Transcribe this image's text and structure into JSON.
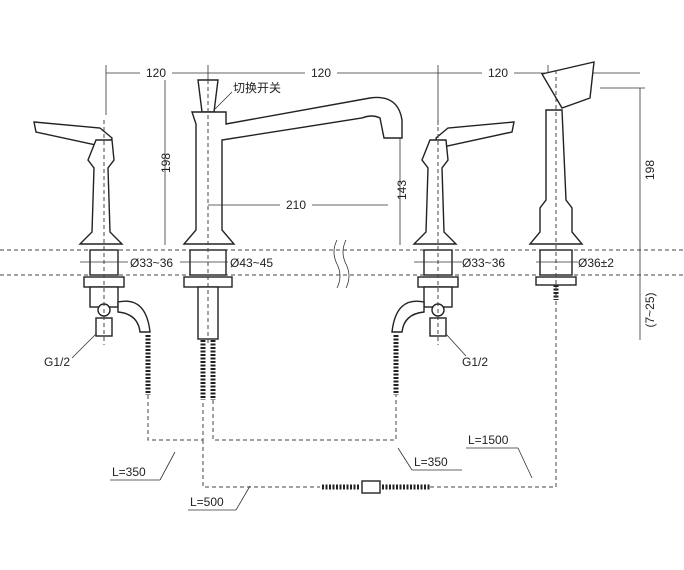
{
  "dimensions": {
    "spacing_left": "120",
    "spacing_middle": "120",
    "spacing_right": "120",
    "handle_height_left": "198",
    "spout_reach": "210",
    "spout_height": "143",
    "handshower_height": "198",
    "deck_thickness": "(7~25)",
    "hole_left": "Ø33~36",
    "hole_spout": "Ø43~45",
    "hole_right": "Ø33~36",
    "hole_handshower": "Ø36±2"
  },
  "labels": {
    "diverter": "切换开关",
    "thread_left": "G1/2",
    "thread_right": "G1/2",
    "hose_left": "L=350",
    "hose_right": "L=350",
    "hose_shower": "L=1500",
    "hose_spout": "L=500"
  }
}
